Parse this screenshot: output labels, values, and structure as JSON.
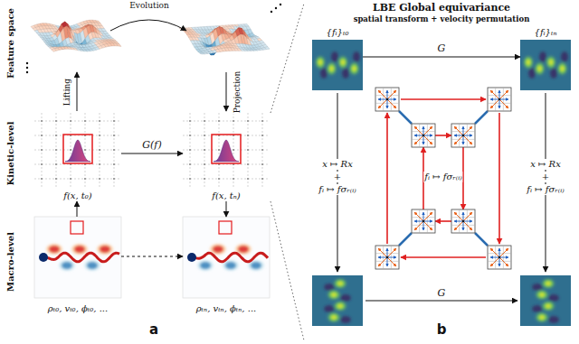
{
  "diagram": {
    "nodes": [
      {
        "text": [
          "f(x, t₀)"
        ]
      },
      {
        "text": [
          "f(x, tₙ)"
        ]
      },
      {
        "text": [
          "ρₜ₀, vₜ₀, ϕₜ₀, ..."
        ]
      },
      {
        "text": [
          "ρₜₙ, vₜₙ, ϕₜₙ, ..."
        ]
      },
      {
        "text": [
          "{fᵢ}ₜ₀"
        ]
      },
      {
        "text": [
          "{fᵢ}ₜₙ"
        ]
      }
    ],
    "edges": [
      {
        "from": 0,
        "to": 1,
        "label": "G(f)",
        "arrow": "to"
      },
      {
        "from": 2,
        "to": 0,
        "arrow": "to"
      },
      {
        "from": 1,
        "to": 3,
        "arrow": "to"
      },
      {
        "from": 2,
        "to": 3,
        "arrow": "to"
      },
      {
        "from": 4,
        "to": 5,
        "label": "G",
        "arrow": "to"
      }
    ],
    "labels": [
      "Evolution",
      "Lifting",
      "Projection",
      "Feature space",
      "Kinetic-level",
      "Macro-level",
      "a",
      "LBE Global equivariance",
      "spatial transform + velocity permutation",
      "x ↦ Rx",
      "+",
      "fᵢ ↦ fσᵣ₍ᵢ₎",
      "x ↦ Rx",
      "+",
      "fᵢ ↦ fσᵣ₍ᵢ₎",
      "fᵢ ↦ fσᵣ₍ᵢ₎",
      "G",
      "b"
    ]
  }
}
